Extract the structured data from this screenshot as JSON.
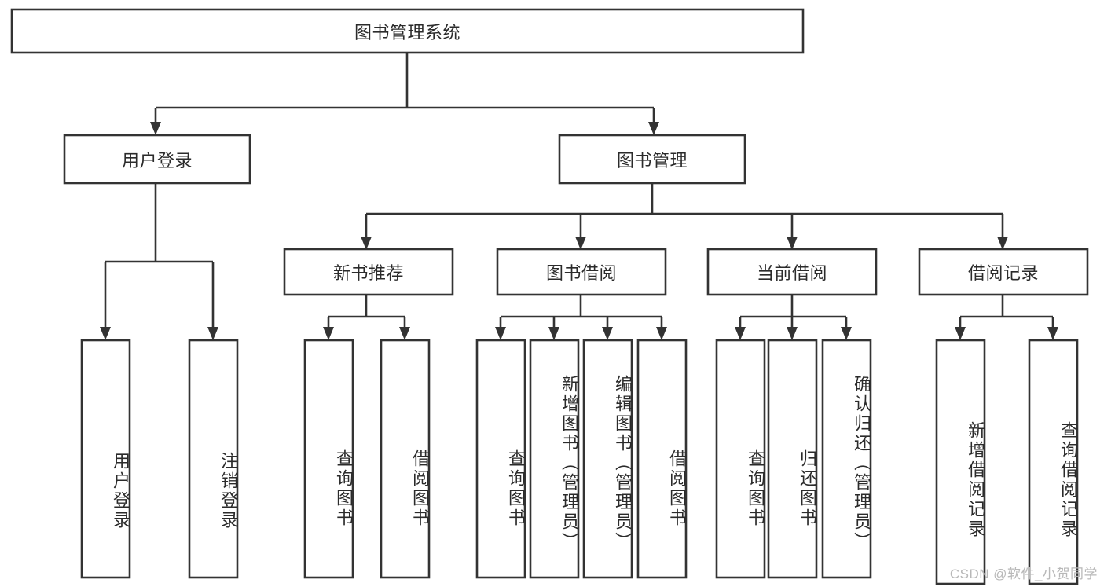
{
  "diagram": {
    "title": "图书管理系统",
    "type": "hierarchy-tree",
    "orientation": "top-down",
    "root": {
      "id": "root",
      "label": "图书管理系统",
      "text_direction": "horizontal"
    },
    "level1": [
      {
        "id": "user-login",
        "label": "用户登录",
        "text_direction": "horizontal"
      },
      {
        "id": "book-manage",
        "label": "图书管理",
        "text_direction": "horizontal"
      }
    ],
    "level2": [
      {
        "id": "new-book-recommend",
        "label": "新书推荐",
        "parent": "book-manage",
        "text_direction": "horizontal"
      },
      {
        "id": "book-borrow",
        "label": "图书借阅",
        "parent": "book-manage",
        "text_direction": "horizontal"
      },
      {
        "id": "current-borrow",
        "label": "当前借阅",
        "parent": "book-manage",
        "text_direction": "horizontal"
      },
      {
        "id": "borrow-record",
        "label": "借阅记录",
        "parent": "book-manage",
        "text_direction": "horizontal"
      }
    ],
    "leaves": [
      {
        "id": "leaf-user-login",
        "label": "用户登录",
        "parent": "user-login",
        "text_direction": "vertical"
      },
      {
        "id": "leaf-logout",
        "label": "注销登录",
        "parent": "user-login",
        "text_direction": "vertical"
      },
      {
        "id": "leaf-query-book-1",
        "label": "查询图书",
        "parent": "new-book-recommend",
        "text_direction": "vertical"
      },
      {
        "id": "leaf-borrow-book-1",
        "label": "借阅图书",
        "parent": "new-book-recommend",
        "text_direction": "vertical"
      },
      {
        "id": "leaf-query-book-2",
        "label": "查询图书",
        "parent": "book-borrow",
        "text_direction": "vertical"
      },
      {
        "id": "leaf-add-book",
        "label": "新增图书（管理员）",
        "parent": "book-borrow",
        "text_direction": "vertical"
      },
      {
        "id": "leaf-edit-book",
        "label": "编辑图书（管理员）",
        "parent": "book-borrow",
        "text_direction": "vertical"
      },
      {
        "id": "leaf-borrow-book-2",
        "label": "借阅图书",
        "parent": "book-borrow",
        "text_direction": "vertical"
      },
      {
        "id": "leaf-query-book-3",
        "label": "查询图书",
        "parent": "current-borrow",
        "text_direction": "vertical"
      },
      {
        "id": "leaf-return-book",
        "label": "归还图书",
        "parent": "current-borrow",
        "text_direction": "vertical"
      },
      {
        "id": "leaf-confirm-return",
        "label": "确认归还（管理员）",
        "parent": "current-borrow",
        "text_direction": "vertical"
      },
      {
        "id": "leaf-add-record",
        "label": "新增借阅记录",
        "parent": "borrow-record",
        "text_direction": "vertical"
      },
      {
        "id": "leaf-query-record",
        "label": "查询借阅记录",
        "parent": "borrow-record",
        "text_direction": "vertical"
      }
    ]
  },
  "watermark": {
    "text": "CSDN @软件_小贺同学"
  },
  "colors": {
    "stroke": "#333333",
    "box_fill": "#ffffff",
    "text": "#2b2b2b",
    "watermark": "#b8b8b8",
    "background": "#ffffff"
  }
}
